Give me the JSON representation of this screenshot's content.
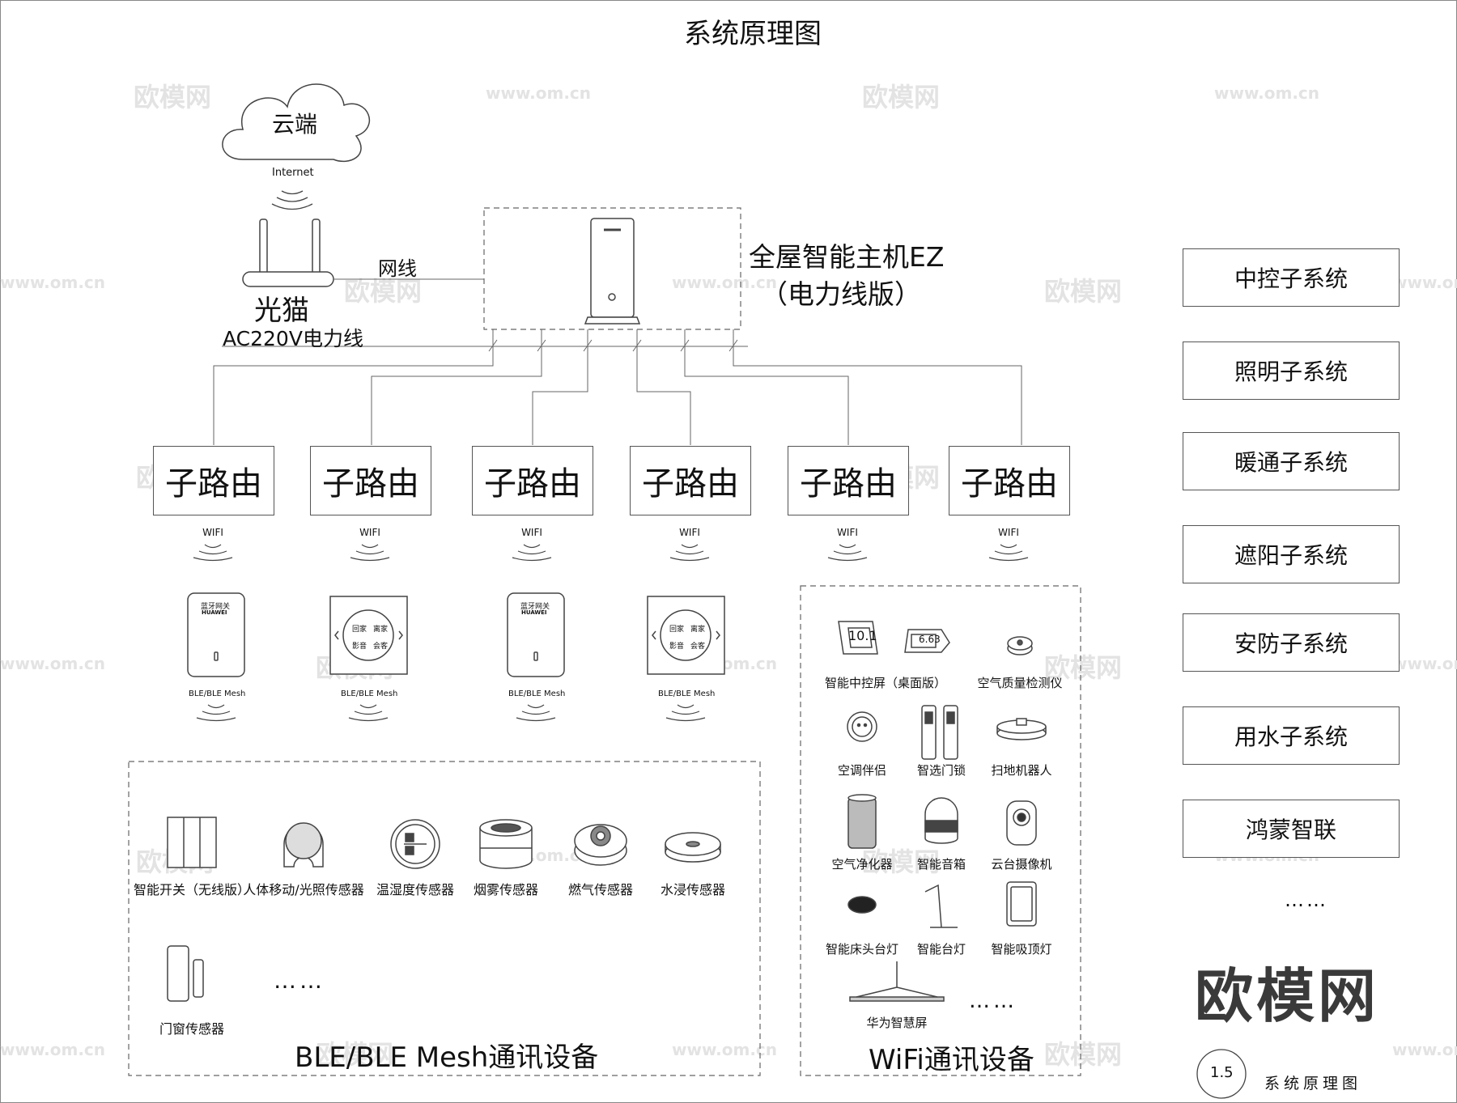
{
  "title": "系统原理图",
  "cloud": {
    "label": "云端",
    "internet": "Internet"
  },
  "modem": {
    "label": "光猫",
    "cable_label": "网线",
    "power_label": "AC220V电力线"
  },
  "host": {
    "line1": "全屋智能主机EZ",
    "line2": "（电力线版）"
  },
  "routers": [
    {
      "label": "子路由",
      "wifi": "WIFI"
    },
    {
      "label": "子路由",
      "wifi": "WIFI"
    },
    {
      "label": "子路由",
      "wifi": "WIFI"
    },
    {
      "label": "子路由",
      "wifi": "WIFI"
    },
    {
      "label": "子路由",
      "wifi": "WIFI"
    },
    {
      "label": "子路由",
      "wifi": "WIFI"
    }
  ],
  "gateways": [
    {
      "type": "gateway",
      "text1": "蓝牙网关",
      "text2": "HUAWEI",
      "ble": "BLE/BLE Mesh"
    },
    {
      "type": "panel",
      "keys": [
        "回家",
        "离家",
        "影音",
        "会客"
      ],
      "ble": "BLE/BLE Mesh"
    },
    {
      "type": "gateway",
      "text1": "蓝牙网关",
      "text2": "HUAWEI",
      "ble": "BLE/BLE Mesh"
    },
    {
      "type": "panel",
      "keys": [
        "回家",
        "离家",
        "影音",
        "会客"
      ],
      "ble": "BLE/BLE Mesh"
    }
  ],
  "ble_group": {
    "title": "BLE/BLE Mesh通讯设备",
    "devices": [
      {
        "label": "智能开关（无线版）",
        "icon": "switch-icon"
      },
      {
        "label": "人体移动/光照传感器",
        "icon": "motion-sensor-icon"
      },
      {
        "label": "温湿度传感器",
        "icon": "thermo-sensor-icon"
      },
      {
        "label": "烟雾传感器",
        "icon": "smoke-sensor-icon"
      },
      {
        "label": "燃气传感器",
        "icon": "gas-sensor-icon"
      },
      {
        "label": "水浸传感器",
        "icon": "water-sensor-icon"
      },
      {
        "label": "门窗传感器",
        "icon": "door-sensor-icon"
      }
    ],
    "more": "……"
  },
  "wifi_group": {
    "title": "WiFi通讯设备",
    "devices": [
      {
        "label": "智能中控屏（桌面版）",
        "icon": "control-screen-icon",
        "screen1": "10.1",
        "screen2": "6.63"
      },
      {
        "label": "空气质量检测仪",
        "icon": "air-monitor-icon"
      },
      {
        "label": "空调伴侣",
        "icon": "ac-companion-icon"
      },
      {
        "label": "智选门锁",
        "icon": "door-lock-icon"
      },
      {
        "label": "扫地机器人",
        "icon": "robot-vacuum-icon"
      },
      {
        "label": "空气净化器",
        "icon": "air-purifier-icon"
      },
      {
        "label": "智能音箱",
        "icon": "speaker-icon"
      },
      {
        "label": "云台摄像机",
        "icon": "camera-icon"
      },
      {
        "label": "智能床头台灯",
        "icon": "bedside-lamp-icon"
      },
      {
        "label": "智能台灯",
        "icon": "desk-lamp-icon"
      },
      {
        "label": "智能吸顶灯",
        "icon": "ceiling-lamp-icon"
      },
      {
        "label": "华为智慧屏",
        "icon": "smart-screen-icon"
      }
    ],
    "more": "……"
  },
  "subsystems": [
    "中控子系统",
    "照明子系统",
    "暖通子系统",
    "遮阳子系统",
    "安防子系统",
    "用水子系统",
    "鸿蒙智联"
  ],
  "subsystems_more": "……",
  "logo": "欧模网",
  "footer": {
    "number": "1.5",
    "label": "系统原理图"
  },
  "watermarks": {
    "brand": "欧模网",
    "url": "www.om.cn"
  }
}
